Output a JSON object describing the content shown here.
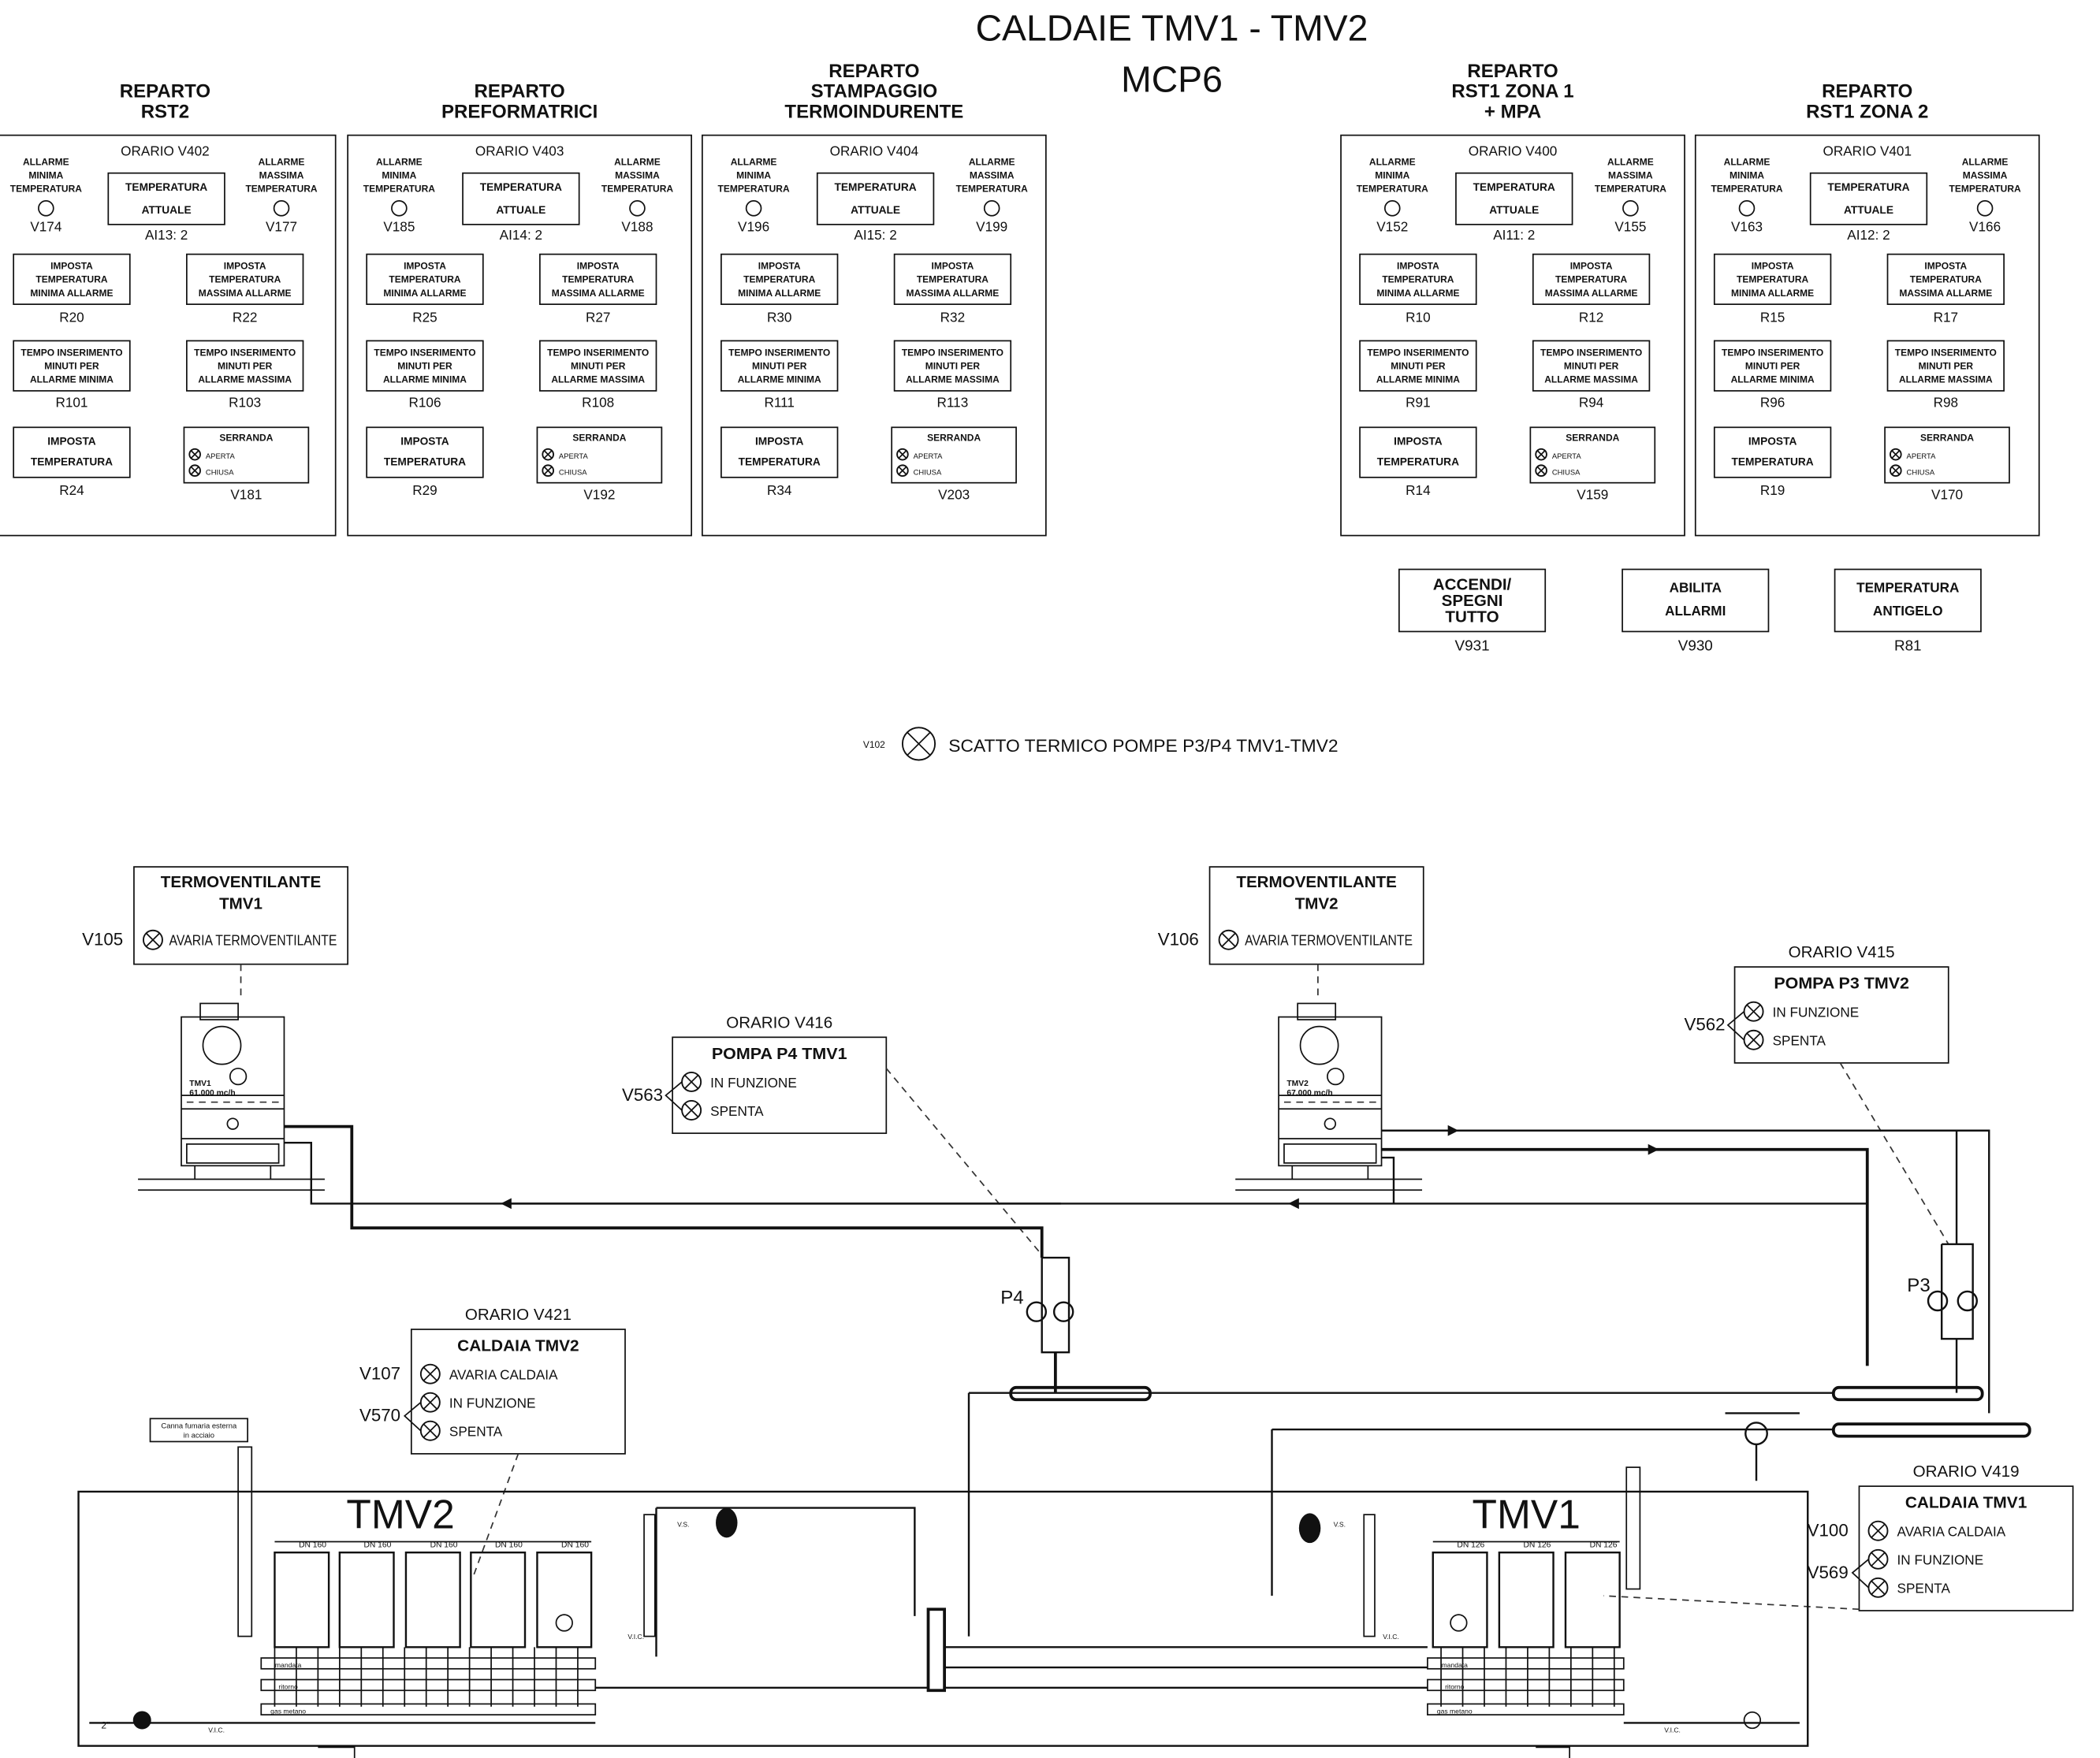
{
  "title": "CALDAIE TMV1 - TMV2",
  "subtitle": "MCP6",
  "common": {
    "alarm_min": [
      "ALLARME",
      "MINIMA",
      "TEMPERATURA"
    ],
    "alarm_max": [
      "ALLARME",
      "MASSIMA",
      "TEMPERATURA"
    ],
    "temp_box": [
      "TEMPERATURA",
      "ATTUALE"
    ],
    "set_min": [
      "IMPOSTA",
      "TEMPERATURA",
      "MINIMA ALLARME"
    ],
    "set_max": [
      "IMPOSTA",
      "TEMPERATURA",
      "MASSIMA ALLARME"
    ],
    "time_min": [
      "TEMPO INSERIMENTO",
      "MINUTI PER",
      "ALLARME MINIMA"
    ],
    "time_max": [
      "TEMPO INSERIMENTO",
      "MINUTI PER",
      "ALLARME MASSIMA"
    ],
    "set_temp": [
      "IMPOSTA",
      "TEMPERATURA"
    ],
    "serranda": "SERRANDA",
    "aperta": "APERTA",
    "chiusa": "CHIUSA"
  },
  "panels": [
    {
      "title": [
        "REPARTO",
        "RST2"
      ],
      "orario": "ORARIO  V402",
      "v_min": "V174",
      "v_max": "V177",
      "ai": "AI13: 2",
      "r_set_min": "R20",
      "r_set_max": "R22",
      "r_time_min": "R101",
      "r_time_max": "R103",
      "r_temp": "R24",
      "v_serr": "V181"
    },
    {
      "title": [
        "REPARTO",
        "PREFORMATRICI"
      ],
      "orario": "ORARIO  V403",
      "v_min": "V185",
      "v_max": "V188",
      "ai": "AI14: 2",
      "r_set_min": "R25",
      "r_set_max": "R27",
      "r_time_min": "R106",
      "r_time_max": "R108",
      "r_temp": "R29",
      "v_serr": "V192"
    },
    {
      "title": [
        "REPARTO",
        "STAMPAGGIO",
        "TERMOINDURENTE"
      ],
      "orario": "ORARIO  V404",
      "v_min": "V196",
      "v_max": "V199",
      "ai": "AI15: 2",
      "r_set_min": "R30",
      "r_set_max": "R32",
      "r_time_min": "R111",
      "r_time_max": "R113",
      "r_temp": "R34",
      "v_serr": "V203"
    },
    {
      "title": [
        "REPARTO",
        "RST1 ZONA 1",
        "+ MPA"
      ],
      "orario": "ORARIO  V400",
      "v_min": "V152",
      "v_max": "V155",
      "ai": "AI11: 2",
      "r_set_min": "R10",
      "r_set_max": "R12",
      "r_time_min": "R91",
      "r_time_max": "R94",
      "r_temp": "R14",
      "v_serr": "V159"
    },
    {
      "title": [
        "REPARTO",
        "RST1 ZONA 2"
      ],
      "orario": "ORARIO  V401",
      "v_min": "V163",
      "v_max": "V166",
      "ai": "AI12: 2",
      "r_set_min": "R15",
      "r_set_max": "R17",
      "r_time_min": "R96",
      "r_time_max": "R98",
      "r_temp": "R19",
      "v_serr": "V170"
    }
  ],
  "buttons": [
    {
      "label": [
        "ACCENDI/",
        "SPEGNI",
        "TUTTO"
      ],
      "code": "V931"
    },
    {
      "label": [
        "ABILITA",
        "ALLARMI"
      ],
      "code": "V930"
    },
    {
      "label": [
        "TEMPERATURA",
        "ANTIGELO"
      ],
      "code": "R81"
    }
  ],
  "scatto": {
    "code": "V102",
    "label": "SCATTO TERMICO POMPE P3/P4 TMV1-TMV2"
  },
  "termoventilanti": [
    {
      "title": [
        "TERMOVENTILANTE",
        "TMV1"
      ],
      "code": "V105",
      "status": "AVARIA TERMOVENTILANTE",
      "unit_label": [
        "TMV1",
        "61.000 mc/h"
      ]
    },
    {
      "title": [
        "TERMOVENTILANTE",
        "TMV2"
      ],
      "code": "V106",
      "status": "AVARIA TERMOVENTILANTE",
      "unit_label": [
        "TMV2",
        "67.000 mc/h"
      ]
    }
  ],
  "pumps": [
    {
      "orario": "ORARIO  V416",
      "title": "POMPA P4 TMV1",
      "code": "V563",
      "on": "IN FUNZIONE",
      "off": "SPENTA",
      "tag": "P4"
    },
    {
      "orario": "ORARIO  V415",
      "title": "POMPA P3 TMV2",
      "code": "V562",
      "on": "IN FUNZIONE",
      "off": "SPENTA",
      "tag": "P3"
    }
  ],
  "boilers": [
    {
      "orario": "ORARIO  V421",
      "title": "CALDAIA TMV2",
      "code_fault": "V107",
      "code_state": "V570",
      "fault": "AVARIA CALDAIA",
      "on": "IN FUNZIONE",
      "off": "SPENTA"
    },
    {
      "orario": "ORARIO  V419",
      "title": "CALDAIA TMV1",
      "code_fault": "V100",
      "code_state": "V569",
      "fault": "AVARIA CALDAIA",
      "on": "IN FUNZIONE",
      "off": "SPENTA"
    }
  ],
  "plant": {
    "left_label": "TMV2",
    "right_label": "TMV1",
    "dn_left": "DN 160",
    "dn_right": "DN 126",
    "chimney_note": [
      "Canna fumaria esterna",
      "in acciaio"
    ],
    "vs": "V.S.",
    "vic": "V.I.C.",
    "inlet": "2\"",
    "manifold": [
      "mandata",
      "ritorno",
      "gas metano"
    ]
  }
}
